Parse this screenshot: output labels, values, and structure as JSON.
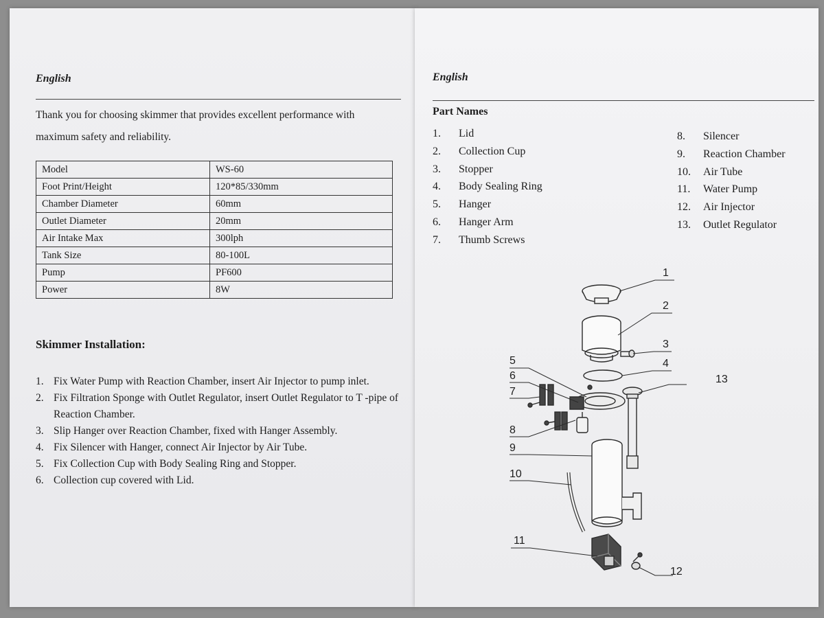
{
  "left_page": {
    "language": "English",
    "intro": "Thank you for choosing skimmer that provides excellent performance with maximum safety and reliability.",
    "spec_table": [
      {
        "label": "Model",
        "value": "WS-60"
      },
      {
        "label": "Foot Print/Height",
        "value": "120*85/330mm"
      },
      {
        "label": "Chamber Diameter",
        "value": "60mm"
      },
      {
        "label": "Outlet Diameter",
        "value": "20mm"
      },
      {
        "label": "Air Intake Max",
        "value": "300lph"
      },
      {
        "label": "Tank Size",
        "value": "80-100L"
      },
      {
        "label": "Pump",
        "value": "PF600"
      },
      {
        "label": "Power",
        "value": "8W"
      }
    ],
    "installation_heading": "Skimmer Installation:",
    "installation_steps": [
      {
        "num": "1.",
        "text": "Fix Water Pump with Reaction Chamber, insert Air Injector to pump inlet."
      },
      {
        "num": "2.",
        "text": "Fix Filtration Sponge with Outlet Regulator, insert Outlet Regulator to T -pipe of Reaction Chamber."
      },
      {
        "num": "3.",
        "text": "Slip Hanger over Reaction Chamber, fixed with Hanger Assembly."
      },
      {
        "num": "4.",
        "text": "Fix Silencer with Hanger, connect Air Injector by Air Tube."
      },
      {
        "num": "5.",
        "text": "Fix Collection Cup with Body Sealing Ring and Stopper."
      },
      {
        "num": "6.",
        "text": "Collection cup covered with Lid."
      }
    ]
  },
  "right_page": {
    "language": "English",
    "part_names_heading": "Part Names",
    "parts_col1": [
      {
        "num": "1.",
        "name": "Lid"
      },
      {
        "num": "2.",
        "name": "Collection Cup"
      },
      {
        "num": "3.",
        "name": "Stopper"
      },
      {
        "num": "4.",
        "name": "Body Sealing Ring"
      },
      {
        "num": "5.",
        "name": "Hanger"
      },
      {
        "num": "6.",
        "name": "Hanger Arm"
      },
      {
        "num": "7.",
        "name": "Thumb Screws"
      }
    ],
    "parts_col2": [
      {
        "num": "8.",
        "name": "Silencer"
      },
      {
        "num": "9.",
        "name": "Reaction Chamber"
      },
      {
        "num": "10.",
        "name": "Air Tube"
      },
      {
        "num": "11.",
        "name": "Water Pump"
      },
      {
        "num": "12.",
        "name": "Air Injector"
      },
      {
        "num": "13.",
        "name": "Outlet Regulator"
      }
    ],
    "diagram_callouts": [
      "1",
      "2",
      "3",
      "4",
      "5",
      "6",
      "7",
      "8",
      "9",
      "10",
      "11",
      "12",
      "13"
    ]
  }
}
